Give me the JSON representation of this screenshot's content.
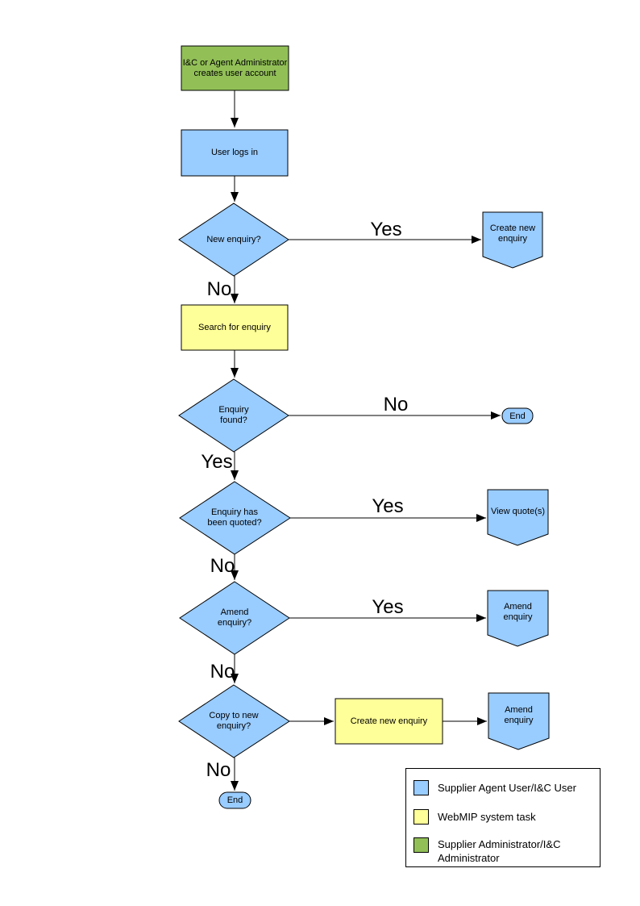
{
  "colors": {
    "user_task_blue": "#99ccff",
    "system_task_yellow": "#ffff99",
    "admin_task_green": "#92c057",
    "shape_border": "#000000",
    "connector": "#000000",
    "page_background": "#ffffff"
  },
  "nodes": {
    "create_account": "I&C or Agent Administrator\ncreates user account",
    "user_logs_in": "User logs in",
    "new_enquiry": "New enquiry?",
    "create_new_enquiry": "Create new\nenquiry",
    "search_for_enquiry": "Search for enquiry",
    "enquiry_found": "Enquiry\nfound?",
    "end_top": "End",
    "enquiry_quoted": "Enquiry has\nbeen quoted?",
    "view_quotes": "View quote(s)",
    "amend_enquiry_q": "Amend\nenquiry?",
    "amend_enquiry": "Amend enquiry",
    "copy_to_new": "Copy to new\nenquiry?",
    "create_new_enquiry_2": "Create new enquiry",
    "amend_enquiry_2": "Amend enquiry",
    "end_bottom": "End"
  },
  "edge_labels": {
    "yes_new_enquiry": "Yes",
    "no_new_enquiry": "No",
    "no_enquiry_found": "No",
    "yes_enquiry_found": "Yes",
    "yes_quoted": "Yes",
    "no_quoted": "No",
    "yes_amend": "Yes",
    "no_amend": "No",
    "no_copy": "No"
  },
  "legend": {
    "items": [
      {
        "label": "Supplier Agent User/I&C User",
        "color": "#99ccff"
      },
      {
        "label": "WebMIP system task",
        "color": "#ffff99"
      },
      {
        "label": "Supplier Administrator/I&C Administrator",
        "color": "#92c057"
      }
    ]
  }
}
